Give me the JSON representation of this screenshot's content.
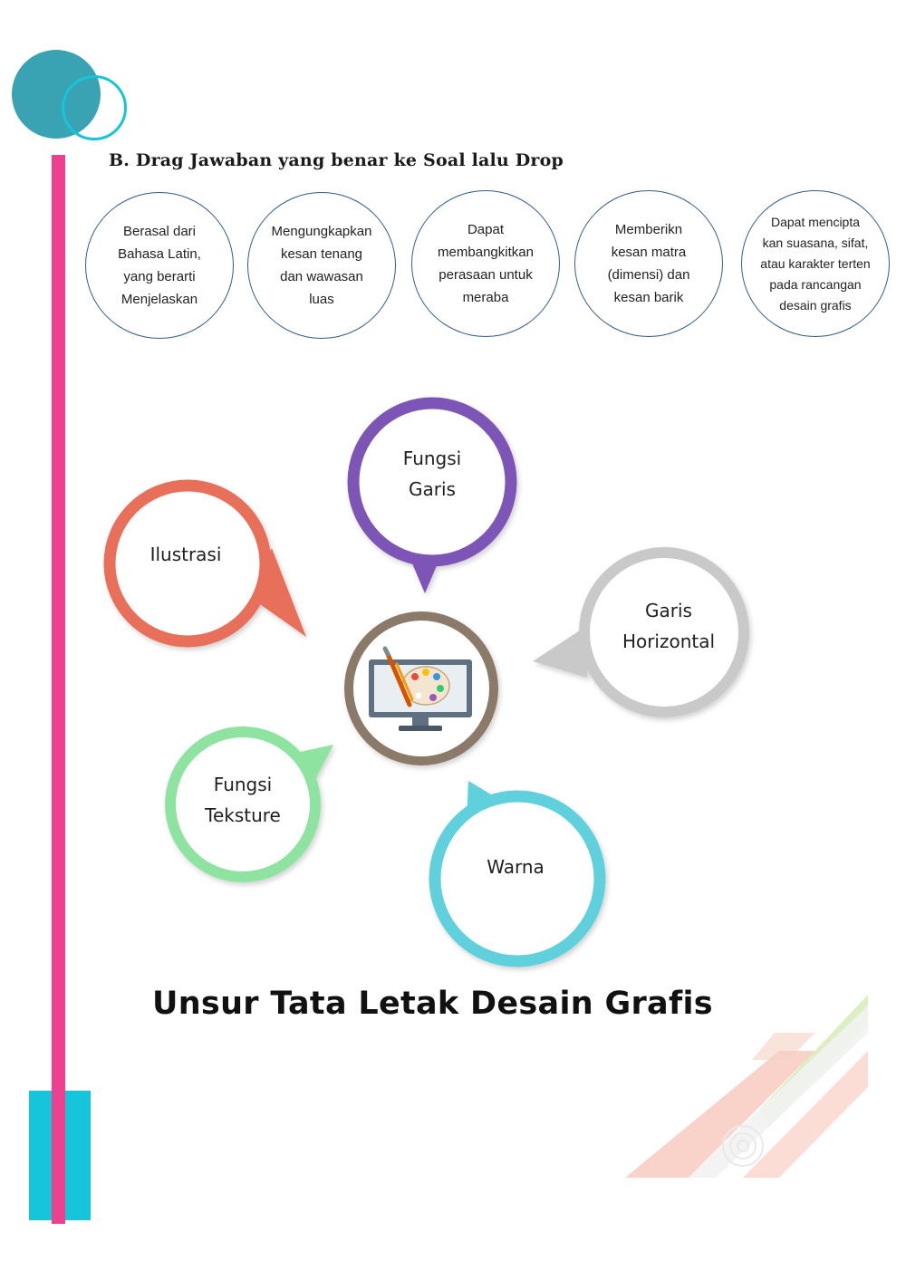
{
  "instruction": "B.  Drag Jawaban yang benar ke Soal lalu Drop",
  "answers": [
    "Berasal dari\nBahasa Latin,\nyang berarti\nMenjelaskan",
    "Mengungkapkan\nkesan  tenang\ndan wawasan\nluas",
    "Dapat\nmembangkitkan\nperasaan untuk\nmeraba",
    "Memberikn\nkesan matra\n(dimensi) dan\nkesan barik",
    "Dapat mencipta\nkan suasana, sifat,\natau karakter terten\npada rancangan\ndesain grafis"
  ],
  "bubbles": {
    "purple": "Fungsi\nGaris",
    "orange": "Ilustrasi",
    "gray": "Garis\nHorizontal",
    "green": "Fungsi\nTeksture",
    "cyan": "Warna"
  },
  "title": "Unsur Tata Letak Desain Grafis",
  "colors": {
    "pink_bar": "#ef3f8f",
    "teal_circle": "#3aa3b3",
    "cyan_accent": "#16c5d9",
    "purple": "#7b55b6",
    "orange": "#e8705a",
    "gray": "#c9c9c9",
    "green": "#8fe3a0",
    "cyan": "#5fd0dc",
    "center_ring": "#8b7a6a",
    "card_border": "#2f5d8c"
  },
  "icons": {
    "center": "computer-palette-icon",
    "decor_top": "overlapping-circles-icon",
    "decor_bottom": "diagonal-stripes-decoration"
  }
}
